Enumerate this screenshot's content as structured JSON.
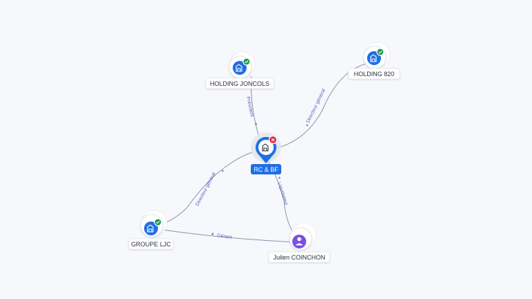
{
  "colors": {
    "accent": "#1f6fe6",
    "person": "#7b4fe2",
    "verified": "#1a9a52",
    "alert": "#e0243c",
    "edge": "#8a90a8",
    "edge_label": "#5a64c8"
  },
  "nodes": {
    "center": {
      "label": "RC & BF",
      "icon": "building-icon",
      "badge": "close-icon"
    },
    "holding_joncols": {
      "label": "HOLDING JONCOLS",
      "icon": "building-icon",
      "badge": "check-icon"
    },
    "holding_820": {
      "label": "HOLDING 820",
      "icon": "building-icon",
      "badge": "check-icon"
    },
    "groupe_ljc": {
      "label": "GROUPE LJC",
      "icon": "building-icon",
      "badge": "check-icon"
    },
    "julien_coinchon": {
      "label": "Julien COINCHON",
      "icon": "person-icon"
    }
  },
  "edges": {
    "president": "Président",
    "directeur_general_820": "Directeur général",
    "directeur_general_ljc": "Directeur général",
    "liquidateur": "Liquidateur",
    "gerant": "Gérant"
  }
}
